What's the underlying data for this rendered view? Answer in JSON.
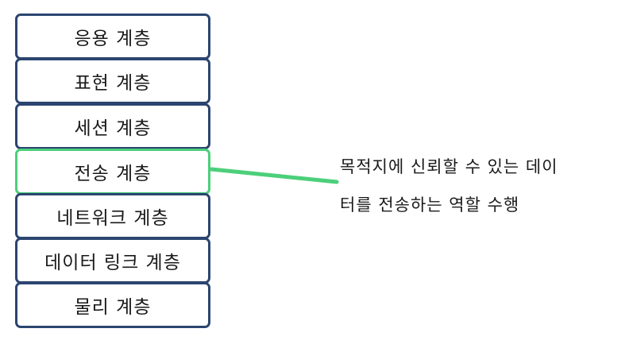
{
  "layers": [
    {
      "label": "응용 계층"
    },
    {
      "label": "표현 계층"
    },
    {
      "label": "세션 계층"
    },
    {
      "label": "전송 계층"
    },
    {
      "label": "네트워크 계층"
    },
    {
      "label": "데이터 링크 계층"
    },
    {
      "label": "물리 계층"
    }
  ],
  "highlighted_layer": "전송 계층",
  "annotation": {
    "lines": [
      "목적지에 신뢰할 수 있는 데이",
      "터를 전송하는 역할 수행"
    ]
  },
  "colors": {
    "layer_border": "#2c4570",
    "highlight_border": "#4ccf7a",
    "connector": "#4ccf7a"
  }
}
